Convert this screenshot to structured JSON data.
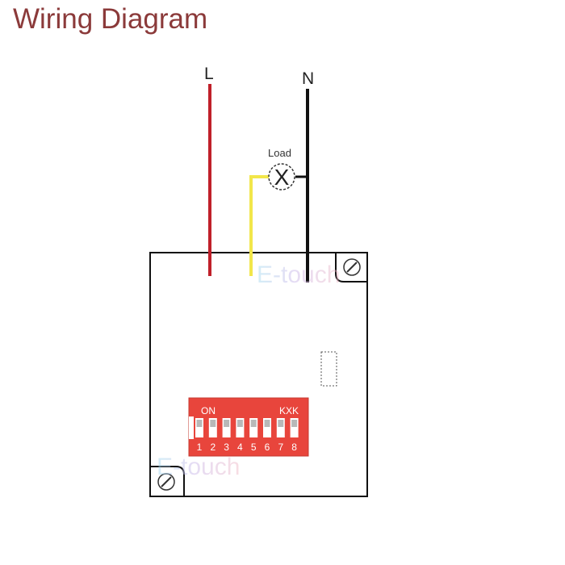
{
  "title": "Wiring Diagram",
  "wires": {
    "live": {
      "label": "L",
      "color": "#c0202a"
    },
    "neutral": {
      "label": "N",
      "color": "#111111"
    },
    "switched": {
      "color": "#f2e64a"
    }
  },
  "load": {
    "label": "Load",
    "symbol": "X"
  },
  "device": {
    "watermark_top": "E-touch",
    "watermark_bottom": "E-touch",
    "dip_switch": {
      "on_label": "ON",
      "brand_label": "KXK",
      "positions": [
        "1",
        "2",
        "3",
        "4",
        "5",
        "6",
        "7",
        "8"
      ],
      "body_color": "#e8453c"
    }
  }
}
